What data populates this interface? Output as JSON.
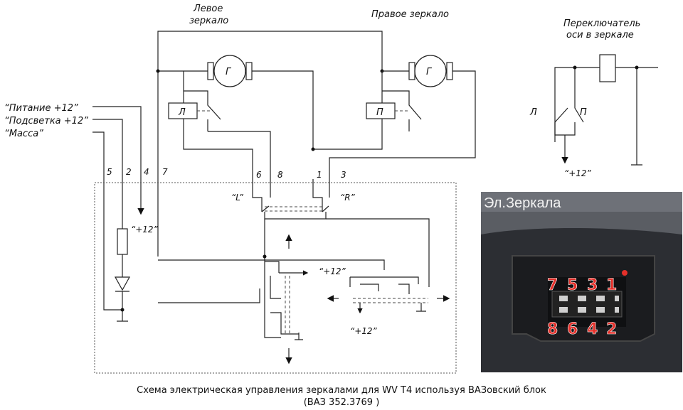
{
  "labels": {
    "left_mirror_1": "Левое",
    "left_mirror_2": "зеркало",
    "right_mirror": "Правое зеркало",
    "switch_1": "Переключатель",
    "switch_2": "оси в зеркале",
    "power": "“Питание +12”",
    "backlight": "“Подсветка +12”",
    "ground": "“Масса”",
    "motor": "Г",
    "relay_left": "Л",
    "relay_right": "П",
    "switch_l": "Л",
    "switch_p": "П",
    "plus12": "“+12”",
    "L_tag": "“L”",
    "R_tag": "“R”"
  },
  "pins": {
    "p5": "5",
    "p2": "2",
    "p4": "4",
    "p7": "7",
    "p6": "6",
    "p8": "8",
    "p1": "1",
    "p3": "3"
  },
  "photo": {
    "title": "Эл.Зеркала",
    "top_row": [
      "7",
      "5",
      "3",
      "1"
    ],
    "bottom_row": [
      "8",
      "6",
      "4",
      "2"
    ],
    "accent": "#e5302a"
  },
  "caption": {
    "line1": "Схема электрическая управления зеркалами для WV T4 используя ВАЗовский блок",
    "line2": "(ВАЗ 352.3769 )"
  }
}
